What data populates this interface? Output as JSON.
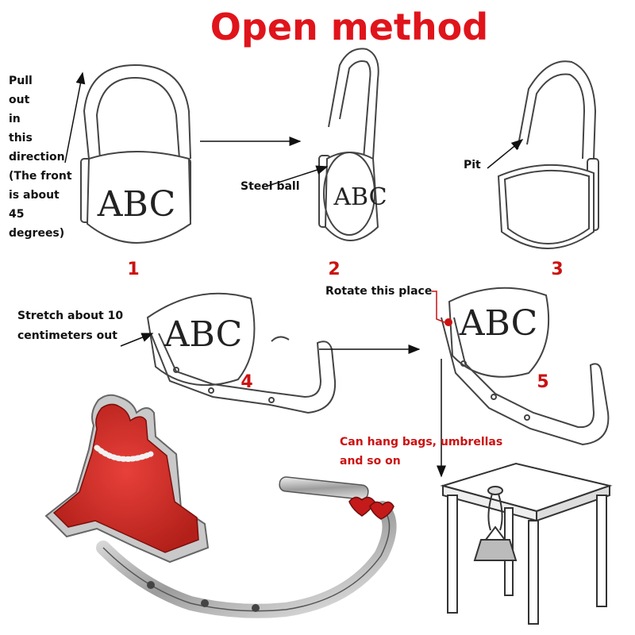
{
  "title": "Open method",
  "steps": {
    "s1": "1",
    "s2": "2",
    "s3": "3",
    "s4": "4",
    "s5": "5"
  },
  "labels": {
    "monogram": "ABC",
    "pull_lines": [
      "Pull",
      "out",
      "in",
      "this",
      "direction",
      "(The front",
      "is about",
      "45",
      "degrees)"
    ],
    "steel_ball": "Steel ball",
    "pit": "Pit",
    "rotate": "Rotate this place",
    "stretch_lines": [
      "Stretch about 10",
      "centimeters out"
    ],
    "hang_lines": [
      "Can hang bags, umbrellas",
      "and so on"
    ]
  },
  "colors": {
    "title_red": "#e0141b",
    "accent_red": "#cc1111",
    "line": "#444444"
  }
}
